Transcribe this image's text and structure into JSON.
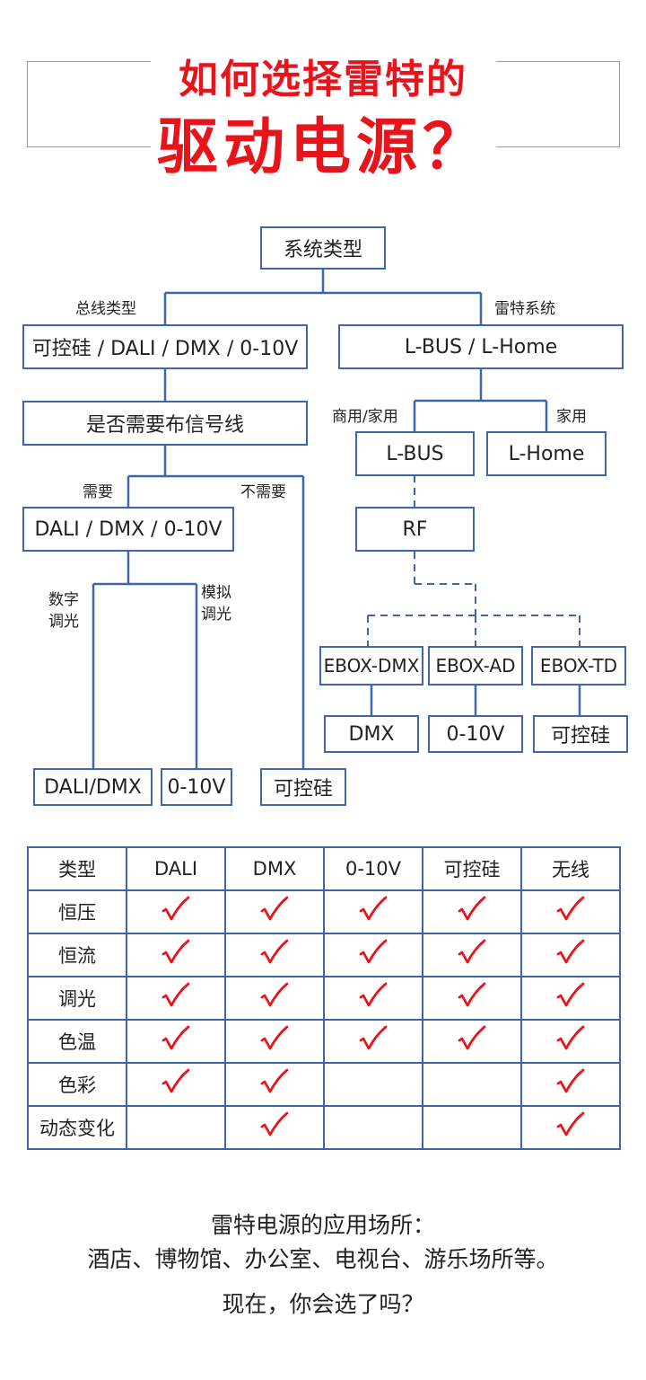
{
  "title": {
    "line1": "如何选择雷特的",
    "line2": "驱动电源？"
  },
  "flow": {
    "root": "系统类型",
    "bus_label": "总线类型",
    "lite_label": "雷特系统",
    "bus_box": "可控硅 / DALI / DMX / 0-10V",
    "lite_box": "L-BUS / L-Home",
    "wire_question": "是否需要布信号线",
    "need_label": "需要",
    "noneed_label": "不需要",
    "need_box": "DALI / DMX / 0-10V",
    "digital_label": "数字\n调光",
    "analog_label": "模拟\n调光",
    "leaf_dali_dmx": "DALI/DMX",
    "leaf_010v": "0-10V",
    "leaf_triac": "可控硅",
    "commercial_label": "商用/家用",
    "home_label": "家用",
    "lbus": "L-BUS",
    "lhome": "L-Home",
    "rf": "RF",
    "ebox_dmx": "EBOX-DMX",
    "ebox_ad": "EBOX-AD",
    "ebox_td": "EBOX-TD",
    "out_dmx": "DMX",
    "out_010v": "0-10V",
    "out_triac": "可控硅"
  },
  "table": {
    "headers": [
      "类型",
      "DALI",
      "DMX",
      "0-10V",
      "可控硅",
      "无线"
    ],
    "rows": [
      {
        "label": "恒压",
        "checks": [
          true,
          true,
          true,
          true,
          true
        ]
      },
      {
        "label": "恒流",
        "checks": [
          true,
          true,
          true,
          true,
          true
        ]
      },
      {
        "label": "调光",
        "checks": [
          true,
          true,
          true,
          true,
          true
        ]
      },
      {
        "label": "色温",
        "checks": [
          true,
          true,
          true,
          true,
          true
        ]
      },
      {
        "label": "色彩",
        "checks": [
          true,
          true,
          false,
          false,
          true
        ]
      },
      {
        "label": "动态变化",
        "checks": [
          false,
          true,
          false,
          false,
          true
        ]
      }
    ],
    "check_color": "#e8141c",
    "border_color": "#3f66a8"
  },
  "footer": {
    "line1": "雷特电源的应用场所：",
    "line2": "酒店、博物馆、办公室、电视台、游乐场所等。",
    "line3": "现在，你会选了吗？"
  }
}
